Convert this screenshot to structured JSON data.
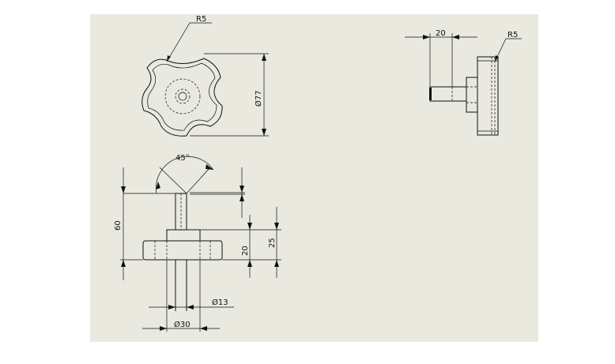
{
  "drawing": {
    "top_view": {
      "radius_label": "R5",
      "diameter_label": "Ø77"
    },
    "side_view": {
      "dim_20": "20",
      "radius_label": "R5"
    },
    "front_view": {
      "angle_label": "45°",
      "height_label": "60",
      "dim_25": "25",
      "dim_20": "20",
      "shaft_diameter": "Ø13",
      "hub_diameter": "Ø30"
    }
  }
}
